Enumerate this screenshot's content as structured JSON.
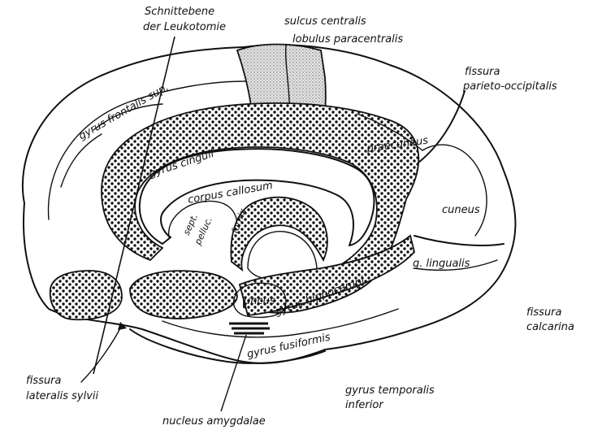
{
  "labels": {
    "schnittebene_1": "Schnittebene",
    "schnittebene_2": "der Leukotomie",
    "sulcus_centralis": "sulcus centralis",
    "lobulus_paracentralis": "lobulus paracentralis",
    "fissura_po_1": "fissura",
    "fissura_po_2": "parieto-occipitalis",
    "gyrus_frontalis_sup": "gyrus frontalis sup.",
    "gyrus_cinguli": "gyrus cinguli",
    "praecuneus": "praecuneus",
    "corpus_callosum": "corpus callosum",
    "cuneus": "cuneus",
    "sept_1": "sept.",
    "sept_2": "pelluc.",
    "fornix": "fornix",
    "g_lingualis": "g. lingualis",
    "uncus": "uncus",
    "gyrus_hippocampi": "gyrus hippocampi",
    "fissura_calcarina_1": "fissura",
    "fissura_calcarina_2": "calcarina",
    "gyrus_fusiformis": "gyrus fusiformis",
    "fissura_ls_1": "fissura",
    "fissura_ls_2": "lateralis sylvii",
    "gyrus_temporalis_1": "gyrus temporalis",
    "gyrus_temporalis_2": "inferior",
    "nucleus_amygdalae": "nucleus amygdalae"
  }
}
